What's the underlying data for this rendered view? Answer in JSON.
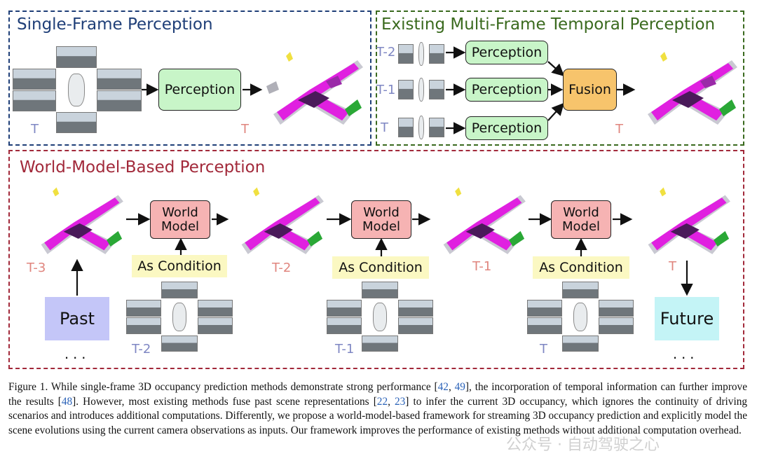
{
  "panels": {
    "single": {
      "title": "Single-Frame Perception",
      "color": "#1f3f78"
    },
    "multi": {
      "title": "Existing Multi-Frame Temporal Perception",
      "color": "#3a6a1e"
    },
    "world": {
      "title": "World-Model-Based Perception",
      "color": "#a2293a"
    }
  },
  "single_frame": {
    "perception_label": "Perception",
    "input_time": "T",
    "output_time": "T"
  },
  "multi_frame": {
    "rows": [
      {
        "time": "T-2",
        "label": "Perception"
      },
      {
        "time": "T-1",
        "label": "Perception"
      },
      {
        "time": "T",
        "label": "Perception"
      }
    ],
    "fusion_label": "Fusion",
    "output_time": "T"
  },
  "world_model": {
    "model_label": "World\nModel",
    "condition_label": "As Condition",
    "occupancy_times": [
      "T-3",
      "T-2",
      "T-1",
      "T"
    ],
    "camera_times": [
      "T-2",
      "T-1",
      "T"
    ],
    "past_label": "Past",
    "future_label": "Future",
    "ellipsis": "..."
  },
  "caption": {
    "prefix": "Figure 1.  While single-frame 3D occupancy prediction methods demonstrate strong performance [",
    "c1": "42",
    "sep1": ", ",
    "c2": "49",
    "mid1": "], the incorporation of temporal information can further improve the results [",
    "c3": "48",
    "mid2": "].  However, most existing methods fuse past scene representations [",
    "c4": "22",
    "sep2": ", ",
    "c5": "23",
    "rest": "] to infer the current 3D occupancy, which ignores the continuity of driving scenarios and introduces additional computations. Differently, we propose a world-model-based framework for streaming 3D occupancy prediction and explicitly model the scene evolutions using the current camera observations as inputs. Our framework improves the performance of existing methods without additional computation overhead."
  },
  "watermark": "公众号 · 自动驾驶之心"
}
